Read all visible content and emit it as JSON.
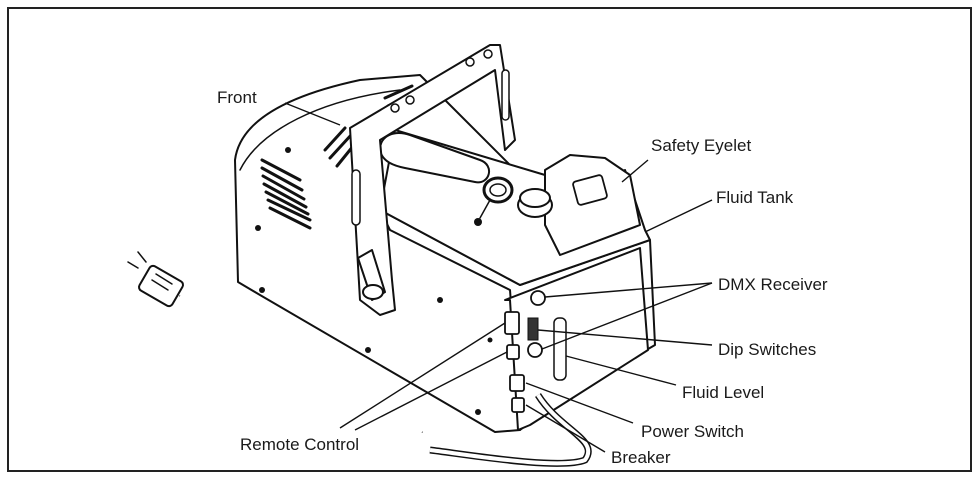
{
  "labels": {
    "front": "Front",
    "safety_eyelet": "Safety Eyelet",
    "fluid_tank": "Fluid Tank",
    "dmx_receiver": "DMX Receiver",
    "dip_switches": "Dip Switches",
    "fluid_level": "Fluid Level",
    "power_switch": "Power Switch",
    "breaker": "Breaker",
    "remote_control": "Remote Control"
  }
}
